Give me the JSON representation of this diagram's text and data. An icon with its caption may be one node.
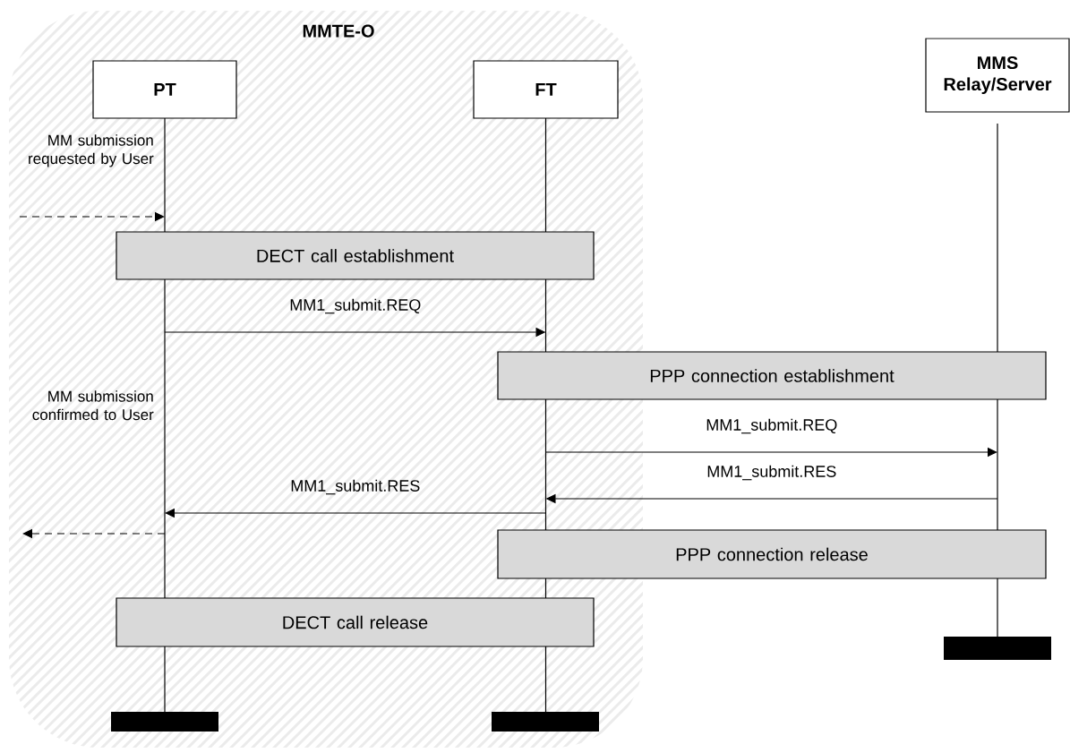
{
  "diagram": {
    "nodes": [
      {
        "text": [
          "MMTE-O"
        ]
      },
      {
        "text": [
          "PT"
        ],
        "in": 0
      },
      {
        "text": [
          "FT"
        ],
        "in": 0
      },
      {
        "text": [
          "MMS Relay/Server"
        ]
      },
      {
        "text": [
          "DECT call establishment"
        ],
        "in": 0
      },
      {
        "text": [
          "PPP connection establishment"
        ]
      },
      {
        "text": [
          "PPP connection release"
        ]
      },
      {
        "text": [
          "DECT call release"
        ],
        "in": 0
      },
      {
        "text": [],
        "shape": "bar",
        "in": 0
      },
      {
        "text": [],
        "shape": "bar",
        "in": 0
      },
      {
        "text": [],
        "shape": "bar"
      },
      {
        "text": [],
        "shape": "line",
        "in": 0
      },
      {
        "text": [],
        "shape": "line",
        "in": 0
      },
      {
        "text": [],
        "shape": "line"
      }
    ],
    "edges": [
      {
        "from": null,
        "to": 11,
        "arrow": "to",
        "style": "dashed"
      },
      {
        "from": 11,
        "to": 12,
        "arrow": "to",
        "label": "MM1_submit.REQ"
      },
      {
        "from": 12,
        "to": 13,
        "arrow": "to",
        "label": "MM1_submit.REQ"
      },
      {
        "from": 13,
        "to": 12,
        "arrow": "to",
        "label": "MM1_submit.RES"
      },
      {
        "from": 12,
        "to": 11,
        "arrow": "to",
        "label": "MM1_submit.RES"
      },
      {
        "from": 11,
        "to": null,
        "arrow": "to",
        "style": "dashed"
      }
    ],
    "labels": [
      "MM submission requested by User",
      "MM submission confirmed to User"
    ]
  }
}
